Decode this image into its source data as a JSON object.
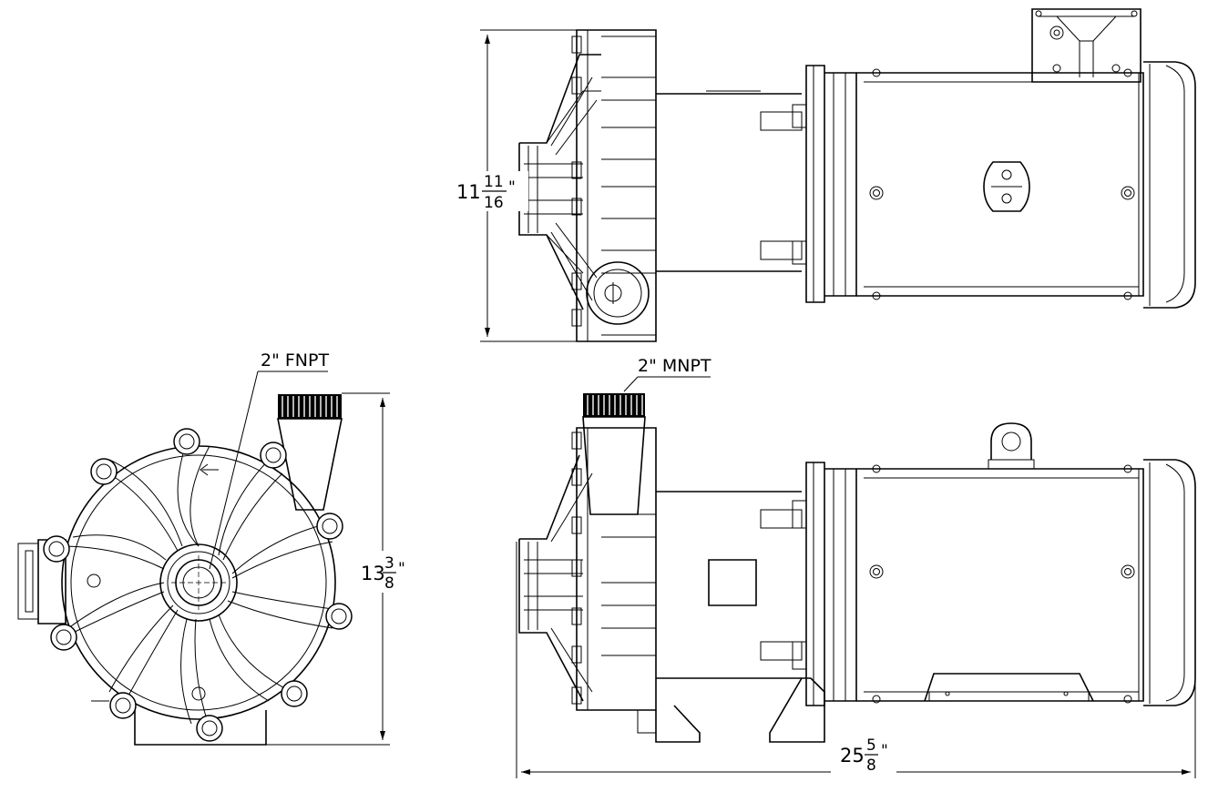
{
  "callouts": {
    "suction": "2\" FNPT",
    "discharge": "2\" MNPT"
  },
  "dimensions": {
    "height_side": {
      "whole": "11",
      "num": "11",
      "den": "16",
      "unit": "\""
    },
    "height_front": {
      "whole": "13",
      "num": "3",
      "den": "8",
      "unit": "\""
    },
    "length_overall": {
      "whole": "25",
      "num": "5",
      "den": "8",
      "unit": "\""
    }
  },
  "views": [
    "top-view",
    "front-view",
    "side-view"
  ],
  "colors": {
    "line": "#000000",
    "background": "#ffffff"
  }
}
